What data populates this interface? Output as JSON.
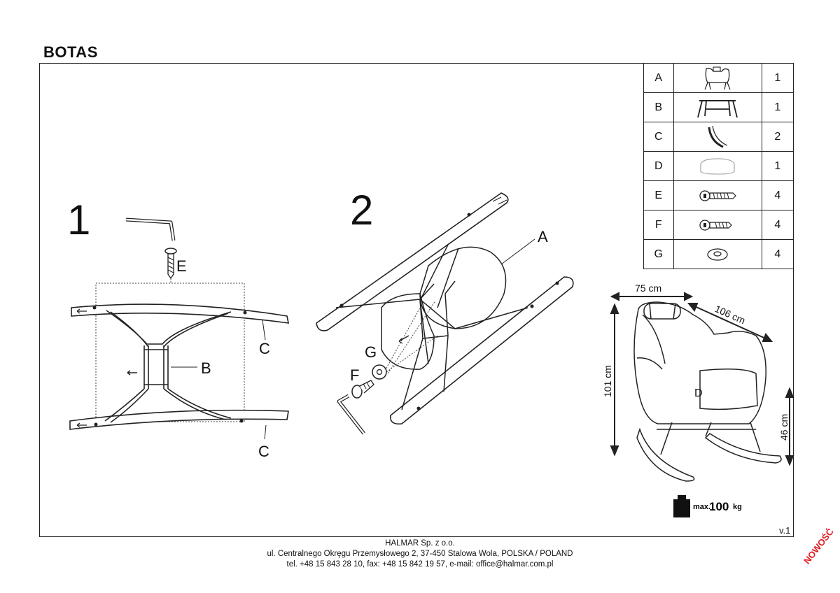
{
  "title": "BOTAS",
  "parts": [
    {
      "letter": "A",
      "icon": "chair-seat-icon",
      "qty": "1"
    },
    {
      "letter": "B",
      "icon": "metal-frame-icon",
      "qty": "1"
    },
    {
      "letter": "C",
      "icon": "rocker-runners-icon",
      "qty": "2"
    },
    {
      "letter": "D",
      "icon": "cushion-icon",
      "qty": "1"
    },
    {
      "letter": "E",
      "icon": "screw-icon",
      "qty": "4"
    },
    {
      "letter": "F",
      "icon": "screw-icon",
      "qty": "4"
    },
    {
      "letter": "G",
      "icon": "washer-icon",
      "qty": "4"
    }
  ],
  "steps": {
    "step1": {
      "number": "1",
      "labels": {
        "e": "E",
        "b": "B",
        "c_top": "C",
        "c_bottom": "C"
      }
    },
    "step2": {
      "number": "2",
      "labels": {
        "a": "A",
        "g": "G",
        "f": "F"
      }
    }
  },
  "dimensions": {
    "width": "75 cm",
    "depth": "106 cm",
    "height": "101 cm",
    "seat_height": "46 cm",
    "cushion_label": "D"
  },
  "max_load": {
    "prefix": "max.",
    "value": "100",
    "unit": "kg"
  },
  "version": "v.1",
  "footer": {
    "company": "HALMAR Sp. z o.o.",
    "address": "ul. Centralnego Okręgu Przemysłowego 2, 37-450 Stalowa Wola, POLSKA / POLAND",
    "contact": "tel. +48 15 843 28 10, fax: +48 15 842 19 57, e-mail: office@halmar.com.pl"
  },
  "stamp": "NOWOŚĆ"
}
